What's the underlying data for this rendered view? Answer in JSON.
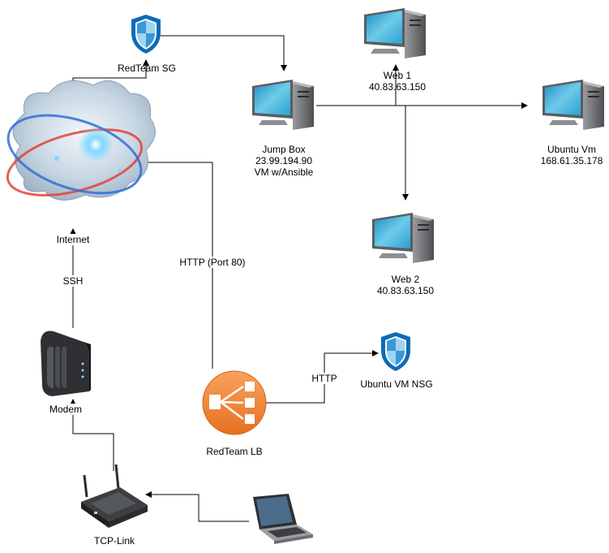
{
  "nodes": {
    "redteam_sg": {
      "label": "RedTeam SG",
      "icon": "shield-icon"
    },
    "internet": {
      "label": "Internet",
      "icon": "cloud-icon"
    },
    "modem": {
      "label": "Modem",
      "icon": "modem-icon"
    },
    "router": {
      "label": "TCP-Link",
      "icon": "router-icon"
    },
    "laptop": {
      "label": "",
      "icon": "laptop-icon"
    },
    "jump_box": {
      "lines": [
        "Jump Box",
        "23.99.194.90",
        "VM w/Ansible"
      ],
      "icon": "server-icon"
    },
    "web1": {
      "lines": [
        "Web 1",
        "40.83.63.150"
      ],
      "icon": "server-icon"
    },
    "web2": {
      "lines": [
        "Web 2",
        "40.83.63.150"
      ],
      "icon": "server-icon"
    },
    "ubuntu_vm": {
      "lines": [
        "Ubuntu Vm",
        "168.61.35.178"
      ],
      "icon": "server-icon"
    },
    "load_balancer": {
      "label": "RedTeam LB",
      "icon": "load-balancer-icon"
    },
    "ubuntu_nsg": {
      "label": "Ubuntu VM NSG",
      "icon": "shield-icon"
    }
  },
  "edges": {
    "ssh": "SSH",
    "http_port80": "HTTP (Port 80)",
    "http": "HTTP"
  },
  "colors": {
    "line": "#000000",
    "shield_dark": "#0e6bb6",
    "shield_light": "#9fd3f2",
    "lb_orange": "#f58536",
    "server_cyan": "#2fa9d8",
    "server_gray": "#6d6e71"
  }
}
